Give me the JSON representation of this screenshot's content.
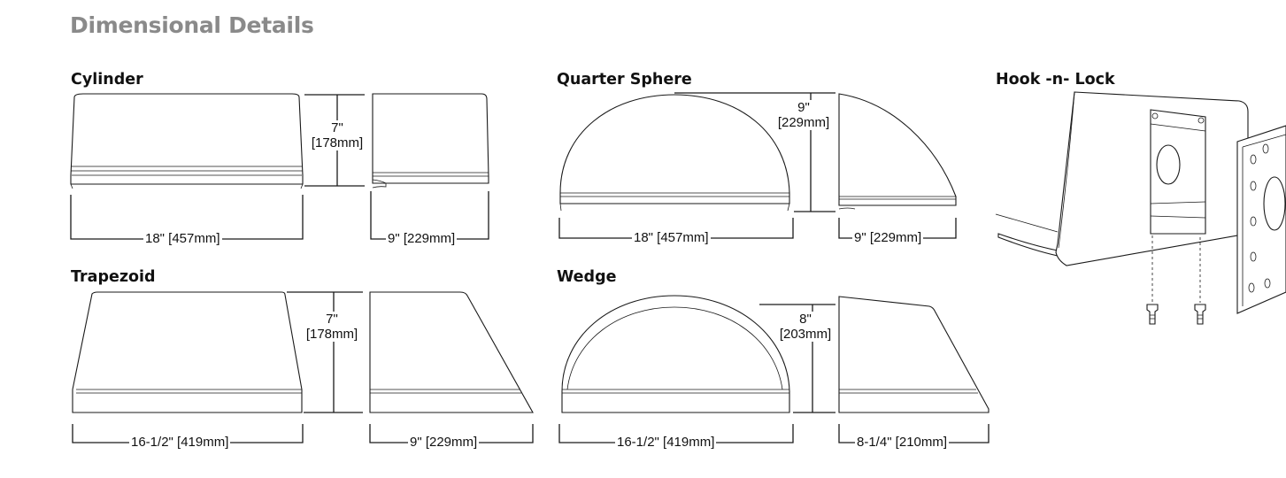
{
  "page": {
    "title": "Dimensional Details"
  },
  "sections": {
    "cylinder": {
      "title": "Cylinder",
      "height": "7\"",
      "height_mm": "[178mm]",
      "width": "18\" [457mm]",
      "depth": "9\" [229mm]"
    },
    "quarter_sphere": {
      "title": "Quarter Sphere",
      "height": "9\"",
      "height_mm": "[229mm]",
      "width": "18\" [457mm]",
      "depth": "9\" [229mm]"
    },
    "hook_n_lock": {
      "title": "Hook -n- Lock"
    },
    "trapezoid": {
      "title": "Trapezoid",
      "height": "7\"",
      "height_mm": "[178mm]",
      "width": "16-1/2\" [419mm]",
      "depth": "9\" [229mm]"
    },
    "wedge": {
      "title": "Wedge",
      "height": "8\"",
      "height_mm": "[203mm]",
      "width": "16-1/2\" [419mm]",
      "depth": "8-1/4\" [210mm]"
    }
  }
}
